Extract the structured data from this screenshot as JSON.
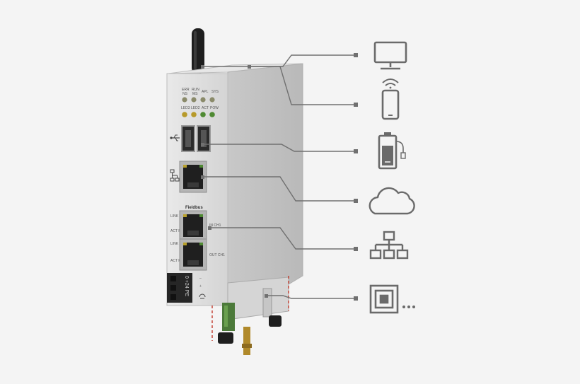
{
  "device": {
    "led_labels_row1": [
      "ERR",
      "RUN",
      "APL",
      "SYS"
    ],
    "led_labels_row1_sub": [
      "NS",
      "MS",
      "",
      ""
    ],
    "led_labels_row2": [
      "LED3",
      "LED2",
      "ACT",
      "POW"
    ],
    "fieldbus_label": "Fieldbus",
    "port1_left_label": "LINK L/A",
    "port1_left_sub": "ACT Rx/Tx",
    "port1_right_label": "IN CH1",
    "port2_left_label": "LINK L/A",
    "port2_left_sub": "ACT Rx/Tx",
    "port2_right_label": "OUT CH1",
    "power_connector_label": "0 +24 PE",
    "power_minus": "–",
    "power_plus": "+",
    "usb_icon": "usb-icon",
    "network_icon": "network-icon",
    "ground_icon": "ground-icon"
  },
  "icons": [
    {
      "name": "monitor-icon"
    },
    {
      "name": "smartphone-wifi-icon"
    },
    {
      "name": "battery-charger-icon"
    },
    {
      "name": "cloud-icon"
    },
    {
      "name": "network-hierarchy-icon"
    },
    {
      "name": "nfc-tag-icon"
    }
  ],
  "colors": {
    "background": "#f4f4f4",
    "icon_gray": "#6a6a6a",
    "line_gray": "#707070",
    "housing": "#d9d9d9",
    "dashed_red": "#c0392b"
  }
}
